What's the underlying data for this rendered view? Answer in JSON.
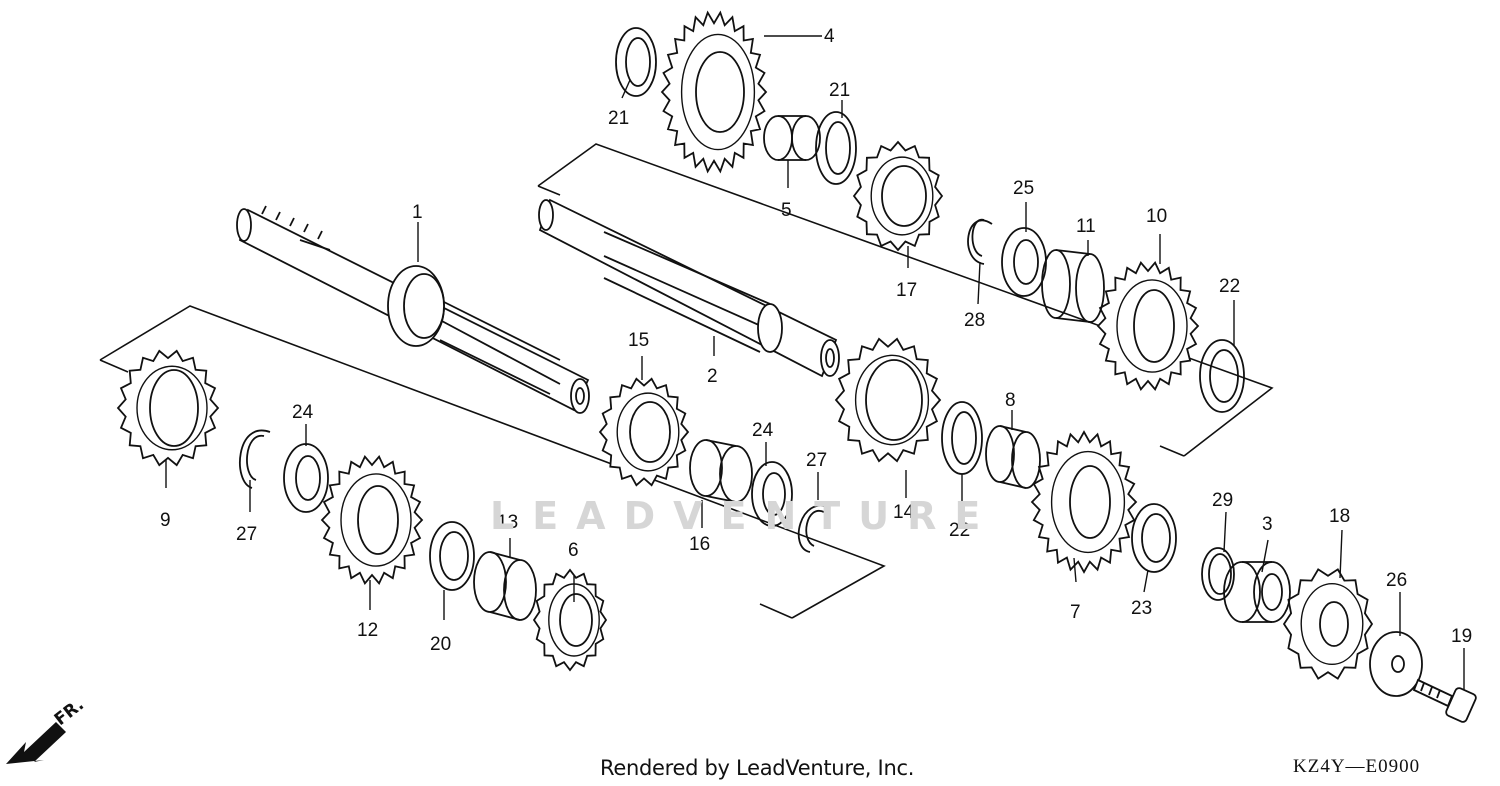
{
  "diagram": {
    "parts": [
      {
        "id": "p1",
        "label": "1"
      },
      {
        "id": "p2",
        "label": "2"
      },
      {
        "id": "p3",
        "label": "3"
      },
      {
        "id": "p4",
        "label": "4"
      },
      {
        "id": "p5",
        "label": "5"
      },
      {
        "id": "p6",
        "label": "6"
      },
      {
        "id": "p7",
        "label": "7"
      },
      {
        "id": "p8",
        "label": "8"
      },
      {
        "id": "p9",
        "label": "9"
      },
      {
        "id": "p10",
        "label": "10"
      },
      {
        "id": "p11",
        "label": "11"
      },
      {
        "id": "p12",
        "label": "12"
      },
      {
        "id": "p13",
        "label": "13"
      },
      {
        "id": "p14",
        "label": "14"
      },
      {
        "id": "p15",
        "label": "15"
      },
      {
        "id": "p16",
        "label": "16"
      },
      {
        "id": "p17",
        "label": "17"
      },
      {
        "id": "p18",
        "label": "18"
      },
      {
        "id": "p19",
        "label": "19"
      },
      {
        "id": "p20",
        "label": "20"
      },
      {
        "id": "p21a",
        "label": "21"
      },
      {
        "id": "p21b",
        "label": "21"
      },
      {
        "id": "p22a",
        "label": "22"
      },
      {
        "id": "p22b",
        "label": "22"
      },
      {
        "id": "p23",
        "label": "23"
      },
      {
        "id": "p24a",
        "label": "24"
      },
      {
        "id": "p24b",
        "label": "24"
      },
      {
        "id": "p25",
        "label": "25"
      },
      {
        "id": "p26",
        "label": "26"
      },
      {
        "id": "p27a",
        "label": "27"
      },
      {
        "id": "p27b",
        "label": "27"
      },
      {
        "id": "p28",
        "label": "28"
      },
      {
        "id": "p29",
        "label": "29"
      }
    ],
    "direction_label": "FR.",
    "watermark": "LEADVENTURE"
  },
  "footer": {
    "credit": "Rendered by LeadVenture, Inc.",
    "diagram_code": "KZ4Y—E0900"
  },
  "colors": {
    "ink": "#111111",
    "paper": "#ffffff",
    "watermark": "#d6d6d6"
  }
}
